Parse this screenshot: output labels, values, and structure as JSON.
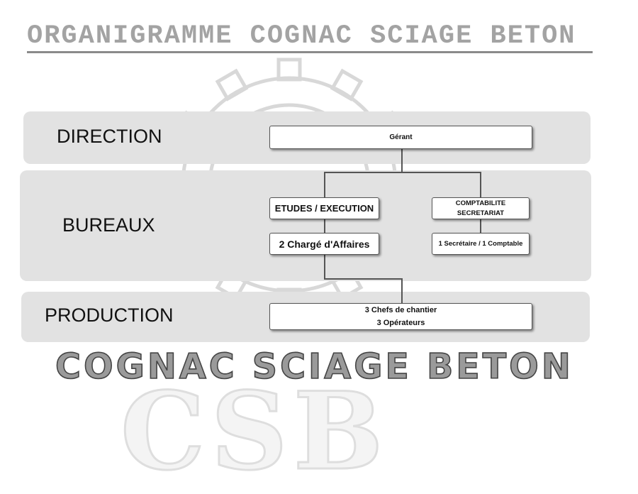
{
  "title": "ORGANIGRAMME COGNAC SCIAGE BETON",
  "levels": {
    "direction": "DIRECTION",
    "bureaux": "BUREAUX",
    "production": "PRODUCTION"
  },
  "nodes": {
    "gerant": "Gérant",
    "etudes": "ETUDES / EXECUTION",
    "charge": "2 Chargé d'Affaires",
    "compta_line1": "COMPTABILITE",
    "compta_line2": "SECRETARIAT",
    "secretaire": "1 Secrétaire / 1 Comptable",
    "chefs": "3 Chefs de chantier",
    "operateurs": "3 Opérateurs"
  },
  "logo": {
    "company": "COGNAC SCIAGE BETON",
    "monogram": "CSB"
  },
  "colors": {
    "title": "#a3a3a3",
    "band": "#e2e2e2",
    "connector": "#555555"
  }
}
